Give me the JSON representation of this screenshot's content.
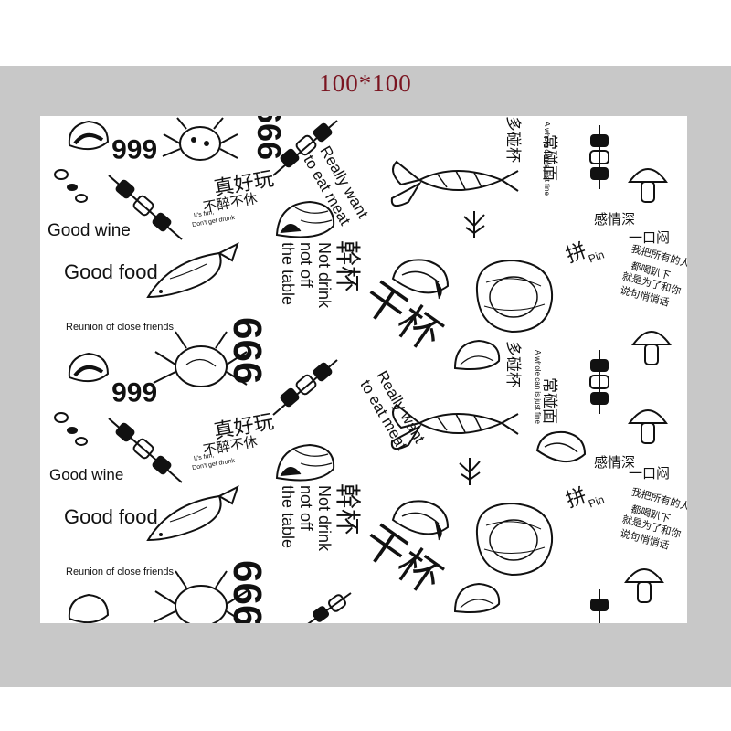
{
  "size_label": "100*100",
  "colors": {
    "frame": "#c8c8c8",
    "sheet": "#ffffff",
    "ink": "#111111",
    "size_label": "#7a1420"
  },
  "texts": {
    "good_wine": "Good wine",
    "good_food": "Good food",
    "reunion": "Reunion of close friends",
    "not_drink_1": "Not drink",
    "not_drink_2": "not off",
    "not_drink_3": "the table",
    "really_want_1": "Really want",
    "really_want_2": "to eat meat",
    "zhen_hao_wan": "真好玩",
    "bu_zui_bu_xiu": "不醉不休",
    "its_fun_1": "It's fun,",
    "its_fun_2": "Don't get drunk",
    "gan_bei": "干杯",
    "gan_bei_2": "幹杯",
    "six_nine": "666",
    "duo_peng_bei": "多碰杯",
    "chang_peng_mian": "常碰面",
    "whole_can": "A whole can is just fine",
    "gan_qing_shen": "感情深",
    "yi_kou_men": "一口闷",
    "pin": "拼",
    "pin_en": "Pin",
    "wo_ba_line1": "我把所有的人",
    "wo_ba_line2": "都喝趴下",
    "wo_ba_line3": "就是为了和你",
    "wo_ba_line4": "说句悄悄话"
  },
  "icons": [
    "clam-icon",
    "crab-icon",
    "skewer-icon",
    "lobster-icon",
    "shell-icon",
    "fish-icon",
    "oyster-icon",
    "mushroom-icon",
    "seaweed-icon",
    "pebbles-icon"
  ]
}
